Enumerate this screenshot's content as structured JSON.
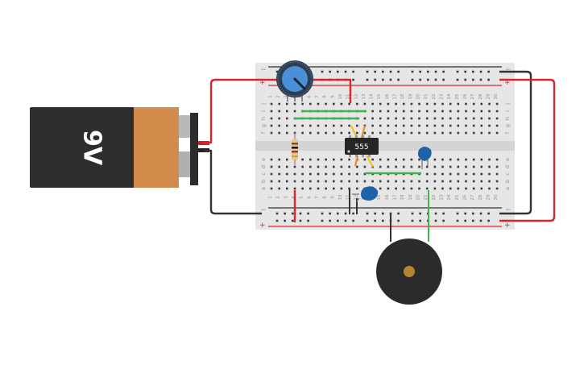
{
  "battery": {
    "label": "9V",
    "body_color": "#2e2e2e",
    "cap_color": "#d28b4b"
  },
  "ic": {
    "label": "555",
    "color": "#262626"
  },
  "breadboard": {
    "columns": 30,
    "row_labels_top": [
      "j",
      "i",
      "h",
      "g",
      "f"
    ],
    "row_labels_bottom": [
      "e",
      "d",
      "c",
      "b",
      "a"
    ],
    "rail_plus": "+",
    "rail_minus": "−"
  },
  "wire_colors": {
    "red": "#d9262b",
    "black": "#333333",
    "green": "#3db54a",
    "yellow": "#f2c21b",
    "orange": "#f08a1c"
  },
  "component_colors": {
    "capacitor": "#1e63a8",
    "potentiometer_knob": "#4a8fd8",
    "buzzer": "#2b2b2b",
    "buzzer_center": "#b5862e"
  }
}
